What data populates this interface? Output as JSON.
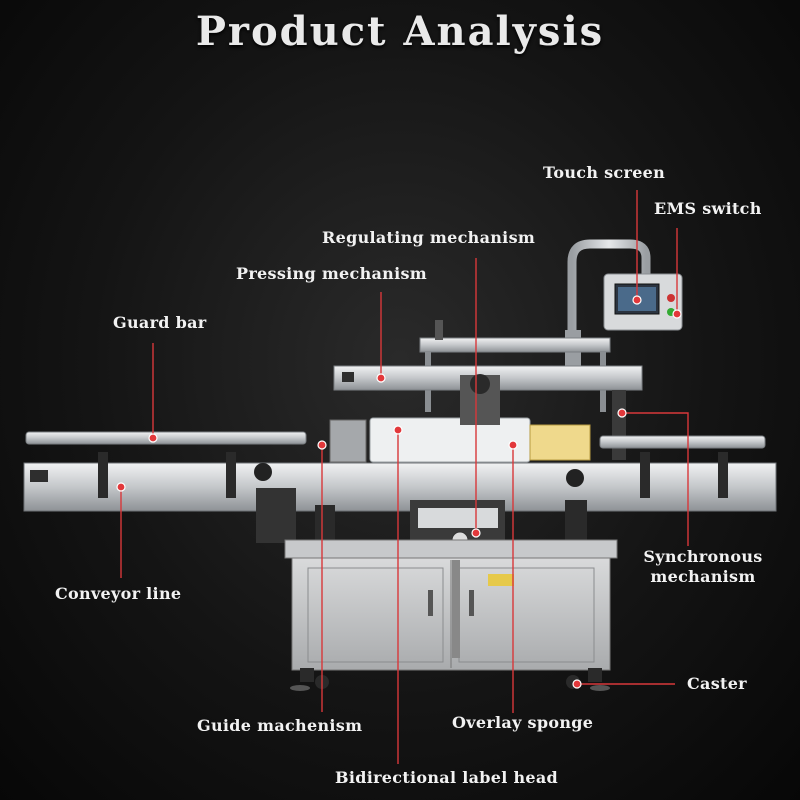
{
  "title": "Product Analysis",
  "labels": {
    "touch_screen": "Touch screen",
    "ems_switch": "EMS switch",
    "regulating_mechanism": "Regulating mechanism",
    "pressing_mechanism": "Pressing mechanism",
    "guard_bar": "Guard bar",
    "conveyor_line": "Conveyor line",
    "synchronous_line1": "Synchronous",
    "synchronous_line2": "mechanism",
    "caster": "Caster",
    "guide_mechanism": "Guide machenism",
    "overlay_sponge": "Overlay sponge",
    "bidirectional_label_head": "Bidirectional label head"
  },
  "colors": {
    "background": "#141414",
    "leader": "#d8383a",
    "label_text": "#f2f2f2",
    "machine_steel": "#c9cbcd"
  },
  "icons": [
    "labeling-machine-illustration",
    "callout-dot"
  ]
}
